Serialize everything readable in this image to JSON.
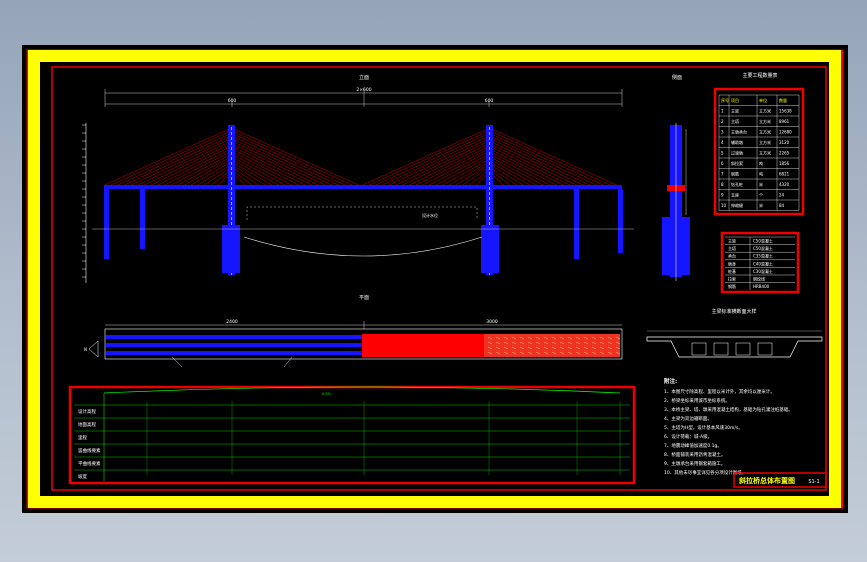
{
  "drawing": {
    "elevation_title": "立面",
    "plan_title": "平面",
    "side_title": "侧面",
    "cross_section_title": "主梁标准横断面大样",
    "dim_total": "2×600",
    "dim_left": "600",
    "dim_right": "600",
    "plan_dim_left": "2400",
    "plan_dim_right": "3000",
    "water_level": "设计水位"
  },
  "quantity_table": {
    "title": "主要工程数量表",
    "header": [
      "序号",
      "项目",
      "单位",
      "数量"
    ],
    "rows": [
      [
        "1",
        "主梁",
        "立方米",
        "15638"
      ],
      [
        "2",
        "主塔",
        "立方米",
        "8961"
      ],
      [
        "3",
        "主墩承台",
        "立方米",
        "12680"
      ],
      [
        "4",
        "辅助墩",
        "立方米",
        "3120"
      ],
      [
        "5",
        "过渡墩",
        "立方米",
        "2265"
      ],
      [
        "6",
        "斜拉索",
        "吨",
        "1856"
      ],
      [
        "7",
        "钢筋",
        "吨",
        "6821"
      ],
      [
        "8",
        "钻孔桩",
        "米",
        "4320"
      ],
      [
        "9",
        "支座",
        "个",
        "24"
      ],
      [
        "10",
        "伸缩缝",
        "米",
        "84"
      ]
    ]
  },
  "material_table": {
    "rows": [
      [
        "主梁",
        "C50混凝土"
      ],
      [
        "主塔",
        "C50混凝土"
      ],
      [
        "承台",
        "C35混凝土"
      ],
      [
        "墩身",
        "C40混凝土"
      ],
      [
        "桩基",
        "C30混凝土"
      ],
      [
        "拉索",
        "钢绞线"
      ],
      [
        "钢筋",
        "HRB400"
      ]
    ]
  },
  "profile_table": {
    "rows": [
      "设计高程",
      "地面高程",
      "里程",
      "竖曲线要素",
      "平曲线要素",
      "坡度"
    ],
    "slope_text": "0.5%"
  },
  "notes": {
    "title": "附注:",
    "items": [
      "1、本图尺寸除高程、里程以米计外，其余均以厘米计。",
      "2、桥梁坐标采用城市坐标系统。",
      "3、本桥主梁、塔、墩采用混凝土结构，基础为钻孔灌注桩基础。",
      "4、主梁为双边箱断面。",
      "5、主塔为H型，设计基本风速30m/s。",
      "6、设计荷载：城-A级。",
      "7、地震动峰值加速度0.1g。",
      "8、桥面铺装采用沥青混凝土。",
      "9、主墩承台采用钢套箱施工。",
      "10、其他未尽事宜详见各分项设计图纸。"
    ]
  },
  "title_block": {
    "title": "斜拉桥总体布置图",
    "sheet": "S1-1"
  }
}
